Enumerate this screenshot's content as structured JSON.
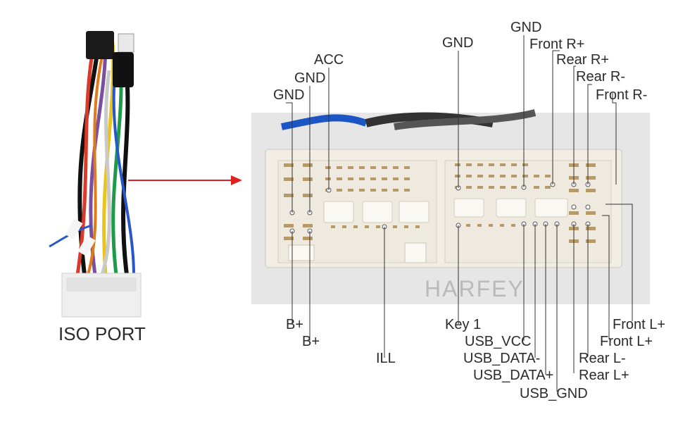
{
  "iso_port_label": "ISO PORT",
  "watermark": "HARFEY",
  "pins_top": {
    "gnd_a": "GND",
    "gnd_b": "GND",
    "acc": "ACC",
    "gnd_c": "GND",
    "gnd_d": "GND",
    "front_r_plus": "Front R+",
    "rear_r_plus": "Rear R+",
    "rear_r_minus": "Rear R-",
    "front_r_minus": "Front R-"
  },
  "pins_bottom": {
    "b_plus_a": "B+",
    "b_plus_b": "B+",
    "ill": "ILL",
    "key1": "Key 1",
    "usb_vcc": "USB_VCC",
    "usb_data_minus": "USB_DATA-",
    "usb_data_plus": "USB_DATA+",
    "usb_gnd": "USB_GND",
    "rear_l_plus": "Rear L+",
    "rear_l_minus": "Rear L-",
    "front_l_plus_a": "Front L+",
    "front_l_plus_b": "Front L+"
  },
  "colors": {
    "arrow": "#e02020",
    "leader_line": "#333333",
    "connector_body": "#f2eee6",
    "photo_bg": "#e6e6e6"
  }
}
